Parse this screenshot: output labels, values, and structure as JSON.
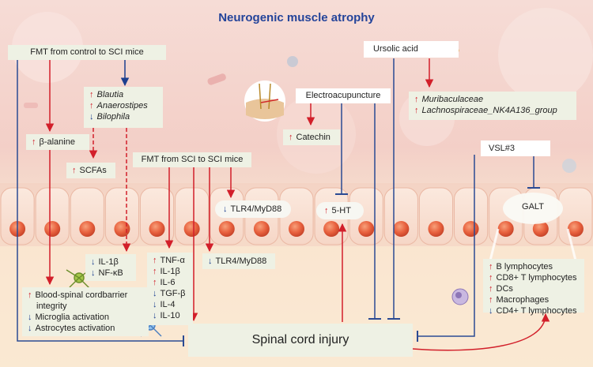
{
  "title": "Neurogenic muscle atrophy",
  "nodes": {
    "fmt_control": "FMT from control to SCI mice",
    "bacteria1": [
      {
        "dir": "up",
        "text": "Blautia"
      },
      {
        "dir": "up",
        "text": "Anaerostipes"
      },
      {
        "dir": "down",
        "text": "Bilophila"
      }
    ],
    "beta_alanine": {
      "dir": "up",
      "text": "β-alanine"
    },
    "scfas": {
      "dir": "up",
      "text": "SCFAs"
    },
    "il_nfkb": [
      {
        "dir": "down",
        "text": "IL-1β"
      },
      {
        "dir": "down",
        "text": "NF-κB"
      }
    ],
    "bscb": [
      {
        "dir": "up",
        "text": "Blood-spinal cordbarrier"
      },
      {
        "dir": "",
        "text": "integrity"
      },
      {
        "dir": "down",
        "text": "Microglia activation"
      },
      {
        "dir": "down",
        "text": "Astrocytes activation"
      }
    ],
    "fmt_sci": "FMT from SCI to SCI mice",
    "tlr4_top": {
      "dir": "down",
      "text": "TLR4/MyD88"
    },
    "tlr4_bottom": {
      "dir": "down",
      "text": "TLR4/MyD88"
    },
    "cytokines": [
      {
        "dir": "up",
        "text": "TNF-α"
      },
      {
        "dir": "up",
        "text": "IL-1β"
      },
      {
        "dir": "up",
        "text": "IL-6"
      },
      {
        "dir": "down",
        "text": "TGF-β"
      },
      {
        "dir": "down",
        "text": "IL-4"
      },
      {
        "dir": "down",
        "text": "IL-10"
      }
    ],
    "electro": "Electroacupuncture",
    "catechin": {
      "dir": "up",
      "text": "Catechin"
    },
    "ht5": {
      "dir": "up",
      "text": "5-HT"
    },
    "ursolic": "Ursolic acid",
    "bacteria2": [
      {
        "dir": "up",
        "text": "Muribaculaceae"
      },
      {
        "dir": "up",
        "text": "Lachnospiraceae_NK4A136_group"
      }
    ],
    "vsl": "VSL#3",
    "galt": "GALT",
    "immune": [
      {
        "dir": "up",
        "text": "B lymphocytes"
      },
      {
        "dir": "up",
        "text": "CD8+ T lymphocytes"
      },
      {
        "dir": "up",
        "text": "DCs"
      },
      {
        "dir": "up",
        "text": "Macrophages"
      },
      {
        "dir": "down",
        "text": "CD4+ T lymphocytes"
      }
    ],
    "sci": "Spinal cord injury"
  },
  "colors": {
    "activate": "#d21f2a",
    "inhibit": "#2a4a93",
    "box": "#eef1e4",
    "title": "#24449a"
  }
}
